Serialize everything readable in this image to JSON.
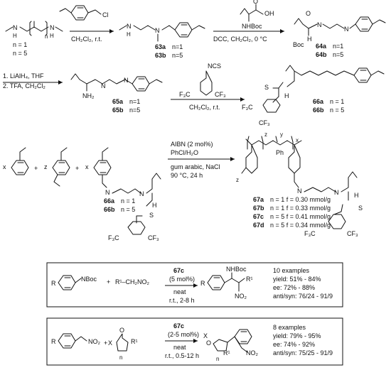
{
  "row1": {
    "diamine": {
      "atoms": [
        "N",
        "N"
      ],
      "h": "H",
      "n1": "n = 1",
      "n2": "n = 5"
    },
    "reagent_cl": "Cl",
    "cond1": "CH₂Cl₂, r.t.",
    "labels_63": [
      "63a",
      "63b"
    ],
    "n_63": [
      "n=1",
      "n=5"
    ],
    "valine": {
      "oh": "OH",
      "o": "O",
      "nhboc": "NHBoc"
    },
    "cond2": "DCC, CH₂Cl₂, 0 °C",
    "boc": "Boc",
    "labels_64": [
      "64a",
      "64b"
    ],
    "n_64": [
      "n=1",
      "n=5"
    ]
  },
  "row2": {
    "step1": "1. LiAlH₄, THF",
    "step2": "2. TFA, CH₂Cl₂",
    "nh2": "NH₂",
    "labels_65": [
      "65a",
      "65b"
    ],
    "n_65": [
      "n=1",
      "n=5"
    ],
    "ncs": "NCS",
    "cf3": "CF₃",
    "f3c": "F₃C",
    "cond3": "CH₂Cl₂, r.t.",
    "s": "S",
    "h": "H",
    "nh": "N",
    "labels_66": [
      "66a",
      "66b"
    ],
    "n_66": [
      "n = 1",
      "n = 5"
    ]
  },
  "row3": {
    "coeffs": [
      "x",
      "z",
      "x"
    ],
    "plus": "+",
    "cond_lines": [
      "AIBN (2 mol%)",
      "PhCl/H₂O",
      "gum arabic, NaCl",
      "90 °C, 24 h"
    ],
    "polymer_subs": [
      "z",
      "y",
      "x"
    ],
    "ph": "Ph",
    "labels_67": [
      "67a",
      "67b",
      "67c",
      "67d"
    ],
    "loading": [
      "n = 1  f = 0.30 mmol/g",
      "n = 1  f = 0.33 mmol/g",
      "n = 5  f = 0.41 mmol/g",
      "n = 5  f = 0.34 mmol/g"
    ]
  },
  "box1": {
    "r": "R",
    "nboc": "NBoc",
    "substrate2": "R¹–CH₂NO₂",
    "catalyst": "67c",
    "cond_lines": [
      "(5 mol%)",
      "neat",
      "r.t., 2-8 h"
    ],
    "prod_nhboc": "NHBoc",
    "r1": "R¹",
    "no2": "NO₂",
    "results": [
      "10 examples",
      "yield: 51% - 84%",
      "ee: 72% - 88%",
      "anti/syn: 76/24 - 91/9"
    ]
  },
  "box2": {
    "r": "R",
    "no2": "NO₂",
    "x": "X",
    "o": "O",
    "r1": "R¹",
    "n": "n",
    "catalyst": "67c",
    "cond_lines": [
      "(2-5 mol%)",
      "neat",
      "r.t., 0.5-12 h"
    ],
    "results": [
      "8 examples",
      "yield: 79% - 95%",
      "ee: 74% - 92%",
      "anti/syn: 75/25 - 91/9"
    ]
  }
}
